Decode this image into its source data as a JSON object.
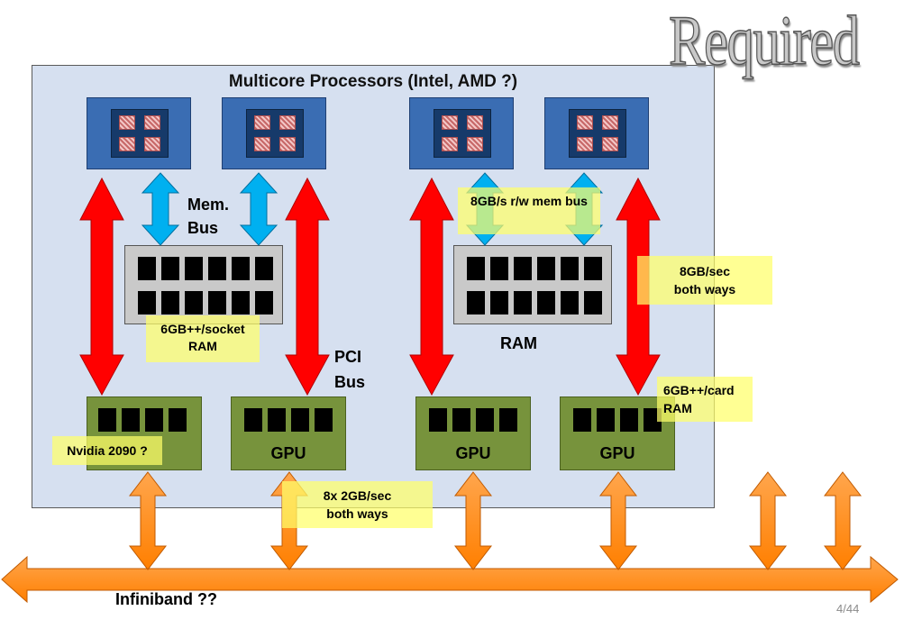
{
  "title": "Multicore Processors (Intel, AMD ?)",
  "stamp": "Required",
  "labels": {
    "mem_bus_line1": "Mem.",
    "mem_bus_line2": "Bus",
    "pci_bus_line1": "PCI",
    "pci_bus_line2": "Bus",
    "ram": "RAM",
    "infiniband": "Infiniband ??",
    "page_number": "4/44"
  },
  "gpus": [
    "",
    "GPU",
    "GPU",
    "GPU"
  ],
  "notes": {
    "mem_bw": "8GB/s r/w mem bus",
    "pci_bw_line1": "8GB/sec",
    "pci_bw_line2": "both ways",
    "socket_ram_line1": "6GB++/socket",
    "socket_ram_line2": "RAM",
    "card_ram_line1": "6GB++/card",
    "card_ram_line2": "RAM",
    "gpu_model": "Nvidia 2090 ?",
    "ib_bw_line1": "8x 2GB/sec",
    "ib_bw_line2": "both ways"
  },
  "colors": {
    "panel": "#d6e0f0",
    "cpu": "#3a6db3",
    "gpu": "#77933c",
    "pci_arrow": "#ff0000",
    "mem_arrow": "#00b0f0",
    "infiniband_arrow": "#ff8c00",
    "note": "#ffff66"
  }
}
